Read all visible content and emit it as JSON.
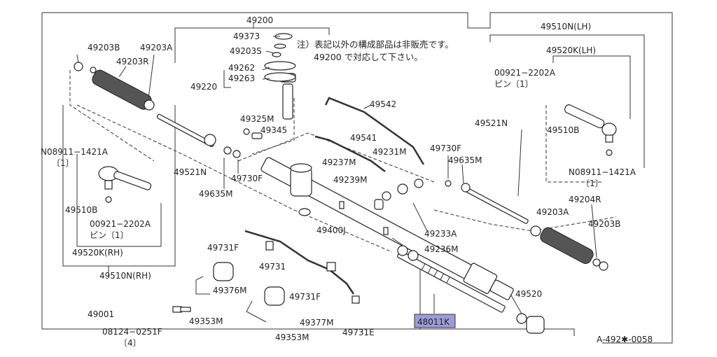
{
  "diagram_id": "A-492✱-0058",
  "note_line1": "注）表記以外の構成部品は非販売です。",
  "note_line2": "49200 で対応して下さい。",
  "parts": {
    "p49200": "49200",
    "p49373": "49373",
    "p49203S": "49203S",
    "p49262": "49262",
    "p49263": "49263",
    "p49220": "49220",
    "p49203B_l": "49203B",
    "p49203A_l": "49203A",
    "p49203R": "49203R",
    "p49325M": "49325M",
    "p49345": "49345",
    "p49542": "49542",
    "p49541": "49541",
    "p49231M": "49231M",
    "p49237M": "49237M",
    "p49239M": "49239M",
    "p08911_l": "N08911−1421A",
    "p08911_l_qty": "〔1〕",
    "p49521N_l": "49521N",
    "p49730F_l": "49730F",
    "p49635M_l": "49635M",
    "p49510B_l": "49510B",
    "p00921_l": "00921−2202A",
    "p00921_l_pin": "ピン〔1〕",
    "p49520K_RH": "49520K(RH)",
    "p49510N_RH": "49510N(RH)",
    "p49400J": "49400J",
    "p49233A": "49233A",
    "p49236M": "49236M",
    "p49731F_a": "49731F",
    "p49731": "49731",
    "p49731F_b": "49731F",
    "p49376M": "49376M",
    "p49001": "49001",
    "p49353M_a": "49353M",
    "p08124": "08124−0251F",
    "p08124_qty": "〔4〕",
    "p49377M": "49377M",
    "p49353M_b": "49353M",
    "p49731E": "49731E",
    "p48011K": "48011K",
    "p49520": "49520",
    "p49510N_LH": "49510N(LH)",
    "p49520K_LH": "49520K(LH)",
    "p00921_r": "00921−2202A",
    "p00921_r_pin": "ピン〔1〕",
    "p49521N_r": "49521N",
    "p49510B_r": "49510B",
    "p49730F_r": "49730F",
    "p49635M_r": "49635M",
    "p08911_r": "N08911−1421A",
    "p08911_r_qty": "〔1〕",
    "p49204R": "49204R",
    "p49203A_r": "49203A",
    "p49203B_r": "49203B"
  },
  "colors": {
    "highlight": "#9c9cd8",
    "line": "#333333"
  }
}
